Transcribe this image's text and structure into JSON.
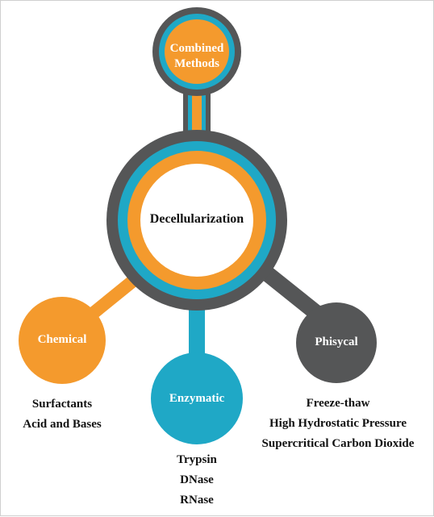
{
  "center": {
    "label": "Decellularization"
  },
  "nodes": {
    "top": {
      "label_line1": "Combined",
      "label_line2": "Methods"
    },
    "left": {
      "label": "Chemical",
      "items": [
        "Surfactants",
        "Acid and Bases"
      ]
    },
    "middle": {
      "label": "Enzymatic",
      "items": [
        "Trypsin",
        "DNase",
        "RNase"
      ]
    },
    "right": {
      "label": "Phisycal",
      "items": [
        "Freeze-thaw",
        "High Hydrostatic Pressure",
        "Supercritical Carbon Dioxide"
      ]
    }
  },
  "colors": {
    "gray": "#555657",
    "teal": "#1fa8c6",
    "orange": "#f49a2d",
    "white": "#ffffff"
  }
}
